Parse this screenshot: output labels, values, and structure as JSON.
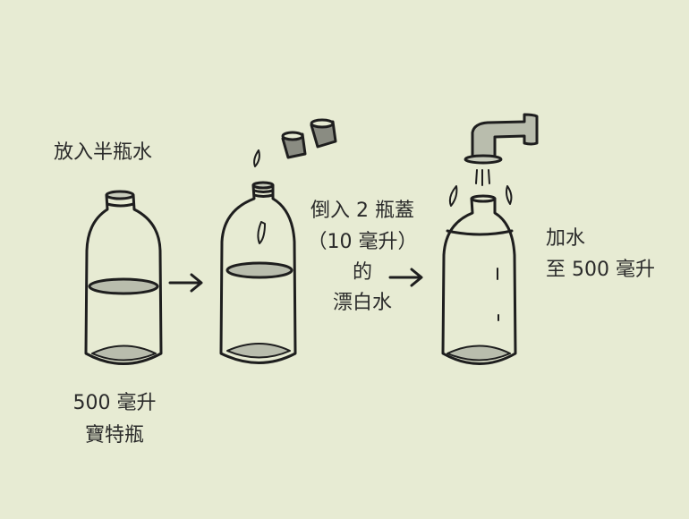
{
  "step1": {
    "label": "放入半瓶水"
  },
  "bottle_label": {
    "line1": "500 毫升",
    "line2": "寶特瓶"
  },
  "step2": {
    "line1": "倒入 2 瓶蓋",
    "line2": "（10 毫升）",
    "line3": "的",
    "line4": "漂白水"
  },
  "step3": {
    "line1": "加水",
    "line2": "至 500 毫升"
  },
  "colors": {
    "background": "#e7ebd3",
    "water": "#b9bdad",
    "ink": "#1e1e1e"
  }
}
